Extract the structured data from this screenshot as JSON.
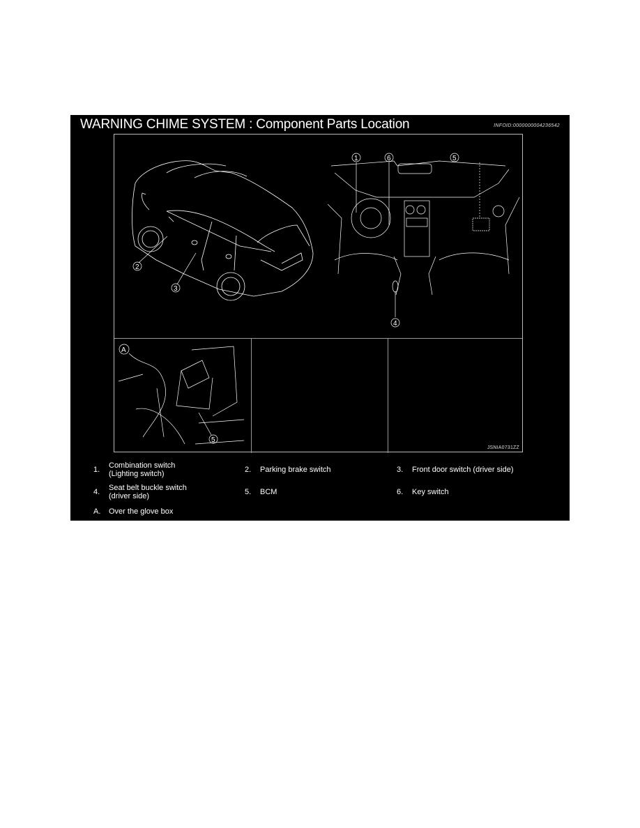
{
  "document": {
    "title": "WARNING CHIME SYSTEM : Component Parts Location",
    "info_id": "INFOID:0000000004236542",
    "figure_id": "JSNIA0731ZZ"
  },
  "callouts": {
    "c1": "1",
    "c2": "2",
    "c3": "3",
    "c4": "4",
    "c5": "5",
    "c6": "6",
    "cA": "A",
    "c5b": "5"
  },
  "legend": {
    "items": [
      {
        "num": "1.",
        "label_line1": "Combination switch",
        "label_line2": "(Lighting switch)"
      },
      {
        "num": "2.",
        "label_line1": "Parking brake switch",
        "label_line2": ""
      },
      {
        "num": "3.",
        "label_line1": "Front door switch (driver side)",
        "label_line2": ""
      },
      {
        "num": "4.",
        "label_line1": "Seat belt buckle switch",
        "label_line2": "(driver side)"
      },
      {
        "num": "5.",
        "label_line1": "BCM",
        "label_line2": ""
      },
      {
        "num": "6.",
        "label_line1": "Key switch",
        "label_line2": ""
      },
      {
        "num": "A.",
        "label_line1": "Over the glove box",
        "label_line2": ""
      }
    ]
  },
  "colors": {
    "background": "#000000",
    "foreground": "#ffffff",
    "page": "#ffffff"
  }
}
